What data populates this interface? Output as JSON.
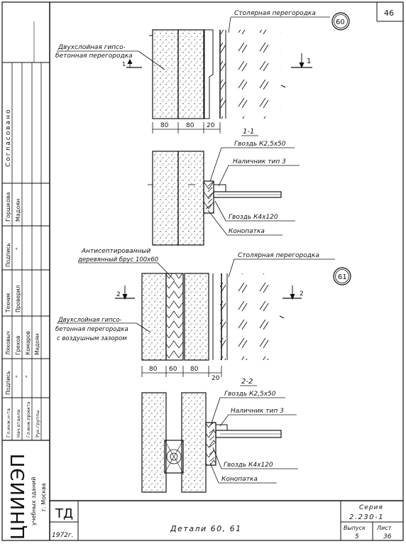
{
  "sheet": {
    "page_number": "46",
    "org": "ЦНИИЭП",
    "org_sub": "учебных зданий",
    "org_city": "г. Москва",
    "stamp": "ТД",
    "year": "1972г.",
    "title": "Детали 60, 61",
    "series_label": "Серия",
    "series_value": "2.230-1",
    "issue_label": "Выпуск",
    "issue_value": "5",
    "list_label": "Лист",
    "list_value": "36"
  },
  "sidebar": {
    "agreed": "Согласовано",
    "row_top": [
      "Горшкова",
      "Мадоян"
    ],
    "heads": [
      "Гл.инж.н-та",
      "Нач.отдела",
      "Гл.инж.проекта",
      "Рук.группы"
    ],
    "signature_label": "Подпись",
    "signature_mark": "\"",
    "names": [
      "Ляховыч",
      "Грехов",
      "Комаров",
      "Мадоян"
    ],
    "roles": [
      "Техник",
      "Проверил"
    ]
  },
  "detail60": {
    "number": "60",
    "wall_label_1": "Двухслойная гипсо-",
    "wall_label_2": "бетонная перегородка",
    "partition_label": "Столярная перегородка",
    "cut_left": "1",
    "cut_right": "1",
    "dims": [
      "80",
      "80",
      "20"
    ]
  },
  "section11": {
    "title": "1-1",
    "nail_top": "Гвоздь К2,5х50",
    "casing": "Наличник тип 3",
    "nail_bottom": "Гвоздь К4х120",
    "caulk": "Конопатка"
  },
  "detail61": {
    "number": "61",
    "beam_label_1": "Антисептированный",
    "beam_label_2": "деревянный брус 100х60",
    "partition_label": "Столярная перегородка",
    "wall_label_1": "Двухслойная гипсо-",
    "wall_label_2": "бетонная перегородка",
    "wall_label_3": "с воздушным зазором",
    "cut_left": "2",
    "cut_right": "2",
    "dims": [
      "80",
      "60",
      "80",
      "20"
    ]
  },
  "section22": {
    "title": "2-2",
    "nail_top": "Гвоздь К2,5х50",
    "casing": "Наличник тип 3",
    "nail_bottom": "Гвоздь К4х120",
    "caulk": "Конопатка"
  }
}
